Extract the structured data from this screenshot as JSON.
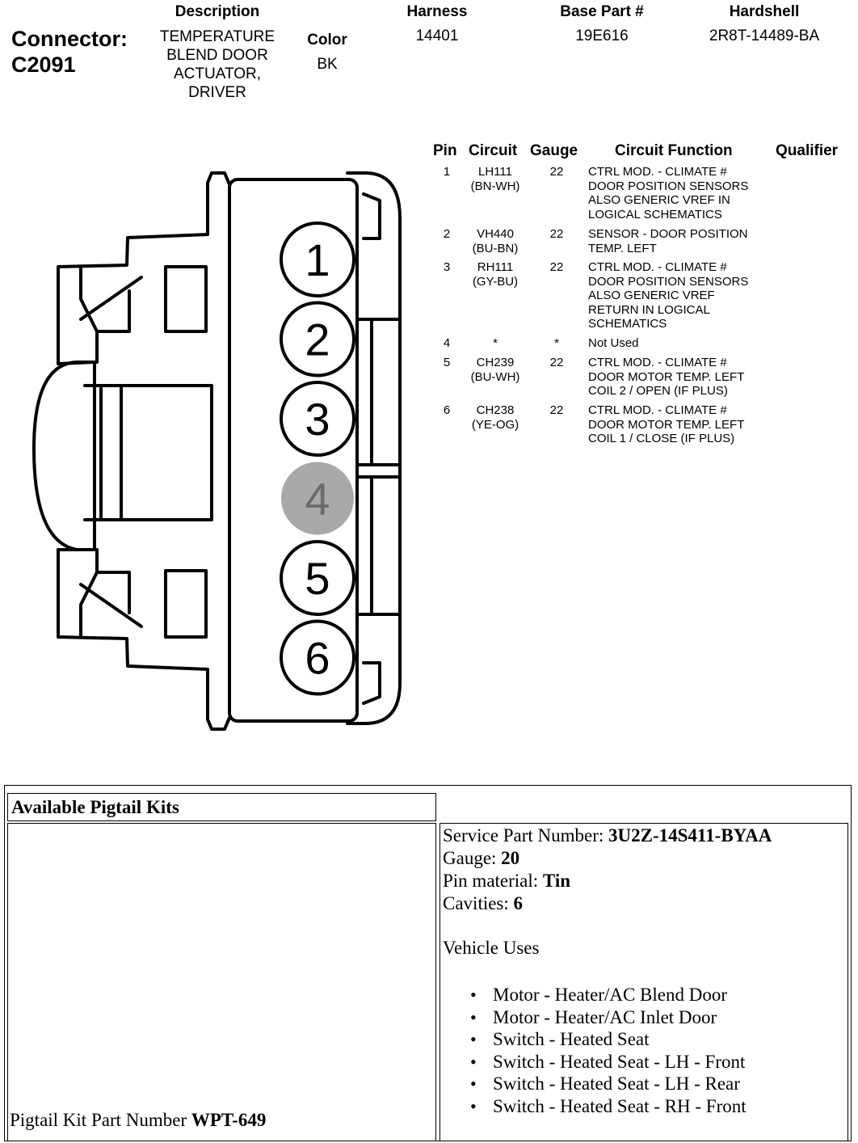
{
  "header": {
    "connector_label": "Connector:",
    "connector_id": "C2091",
    "description_label": "Description",
    "description_lines": [
      "TEMPERATURE",
      "BLEND DOOR",
      "ACTUATOR,",
      "DRIVER"
    ],
    "color_label": "Color",
    "color_value": "BK",
    "harness_label": "Harness",
    "harness_value": "14401",
    "base_part_label": "Base Part #",
    "base_part_value": "19E616",
    "hardshell_label": "Hardshell",
    "hardshell_value": "2R8T-14489-BA"
  },
  "pin_table": {
    "headers": {
      "pin": "Pin",
      "circuit": "Circuit",
      "gauge": "Gauge",
      "function": "Circuit Function",
      "qualifier": "Qualifier"
    },
    "rows": [
      {
        "pin": "1",
        "circuit": [
          "LH111",
          "(BN-WH)"
        ],
        "gauge": "22",
        "function": [
          "CTRL MOD. - CLIMATE #",
          "DOOR POSITION SENSORS",
          "ALSO GENERIC VREF IN",
          "LOGICAL SCHEMATICS"
        ]
      },
      {
        "pin": "2",
        "circuit": [
          "VH440",
          "(BU-BN)"
        ],
        "gauge": "22",
        "function": [
          "SENSOR - DOOR POSITION",
          "TEMP. LEFT"
        ]
      },
      {
        "pin": "3",
        "circuit": [
          "RH111",
          "(GY-BU)"
        ],
        "gauge": "22",
        "function": [
          "CTRL MOD. - CLIMATE #",
          "DOOR POSITION SENSORS",
          "ALSO GENERIC VREF",
          "RETURN IN LOGICAL",
          "SCHEMATICS"
        ]
      },
      {
        "pin": "4",
        "circuit": [
          "*"
        ],
        "gauge": "*",
        "function": [
          "Not Used"
        ]
      },
      {
        "pin": "5",
        "circuit": [
          "CH239",
          "(BU-WH)"
        ],
        "gauge": "22",
        "function": [
          "CTRL MOD. - CLIMATE #",
          "DOOR MOTOR TEMP. LEFT",
          "COIL 2 / OPEN (IF PLUS)"
        ]
      },
      {
        "pin": "6",
        "circuit": [
          "CH238",
          "(YE-OG)"
        ],
        "gauge": "22",
        "function": [
          "CTRL MOD. - CLIMATE #",
          "DOOR MOTOR TEMP. LEFT",
          "COIL 1 / CLOSE (IF PLUS)"
        ]
      }
    ]
  },
  "connector_pins": [
    "1",
    "2",
    "3",
    "4",
    "5",
    "6"
  ],
  "unused_pin_color": "#a9a9a9",
  "pigtail": {
    "title": "Available Pigtail Kits",
    "service_part_label": "Service Part Number: ",
    "service_part_value": "3U2Z-14S411-BYAA",
    "gauge_label": "Gauge: ",
    "gauge_value": "20",
    "pin_material_label": "Pin material: ",
    "pin_material_value": "Tin",
    "cavities_label": "Cavities: ",
    "cavities_value": "6",
    "vehicle_uses_label": "Vehicle Uses",
    "vehicle_uses": [
      "Motor - Heater/AC Blend Door",
      "Motor - Heater/AC Inlet Door",
      "Switch - Heated Seat",
      "Switch - Heated Seat - LH - Front",
      "Switch - Heated Seat - LH - Rear",
      "Switch - Heated Seat - RH - Front"
    ],
    "kit_part_label": "Pigtail Kit Part Number ",
    "kit_part_value": "WPT-649"
  }
}
